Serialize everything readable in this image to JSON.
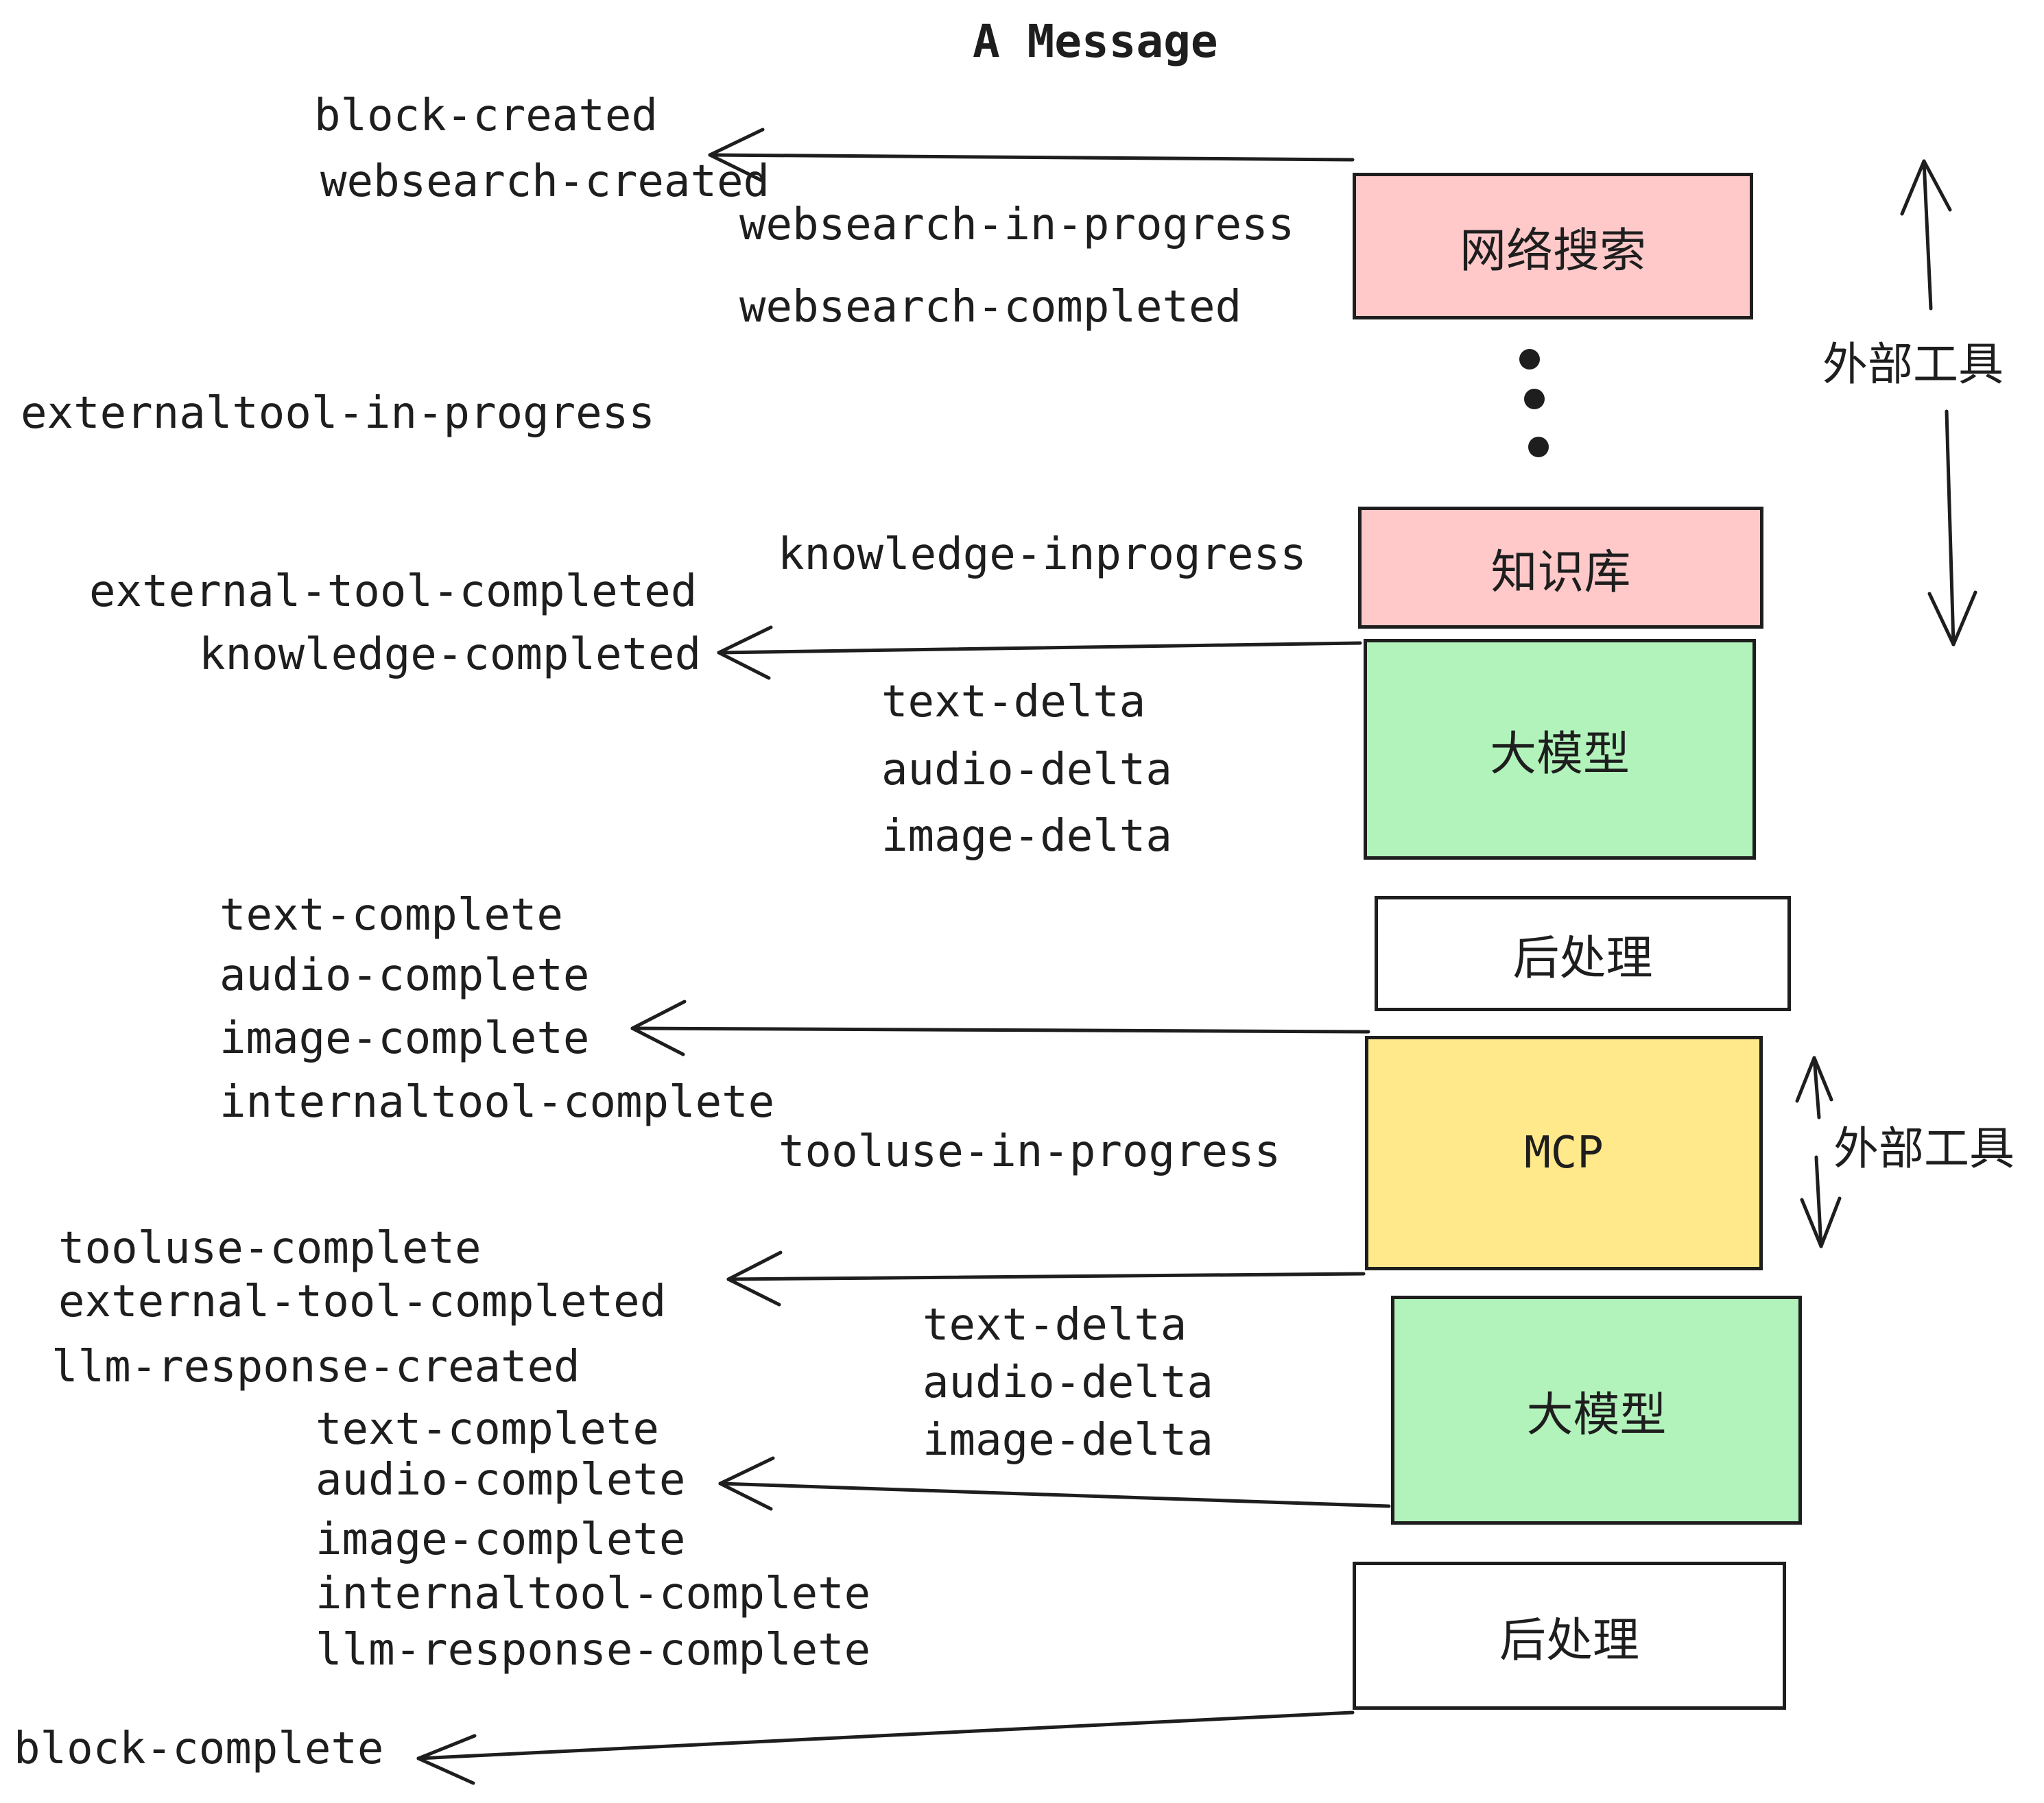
{
  "title": "A Message",
  "boxes": [
    {
      "id": "websearch",
      "label": "网络搜索",
      "color": "#ffc9c9"
    },
    {
      "id": "knowledge",
      "label": "知识库",
      "color": "#ffc9c9"
    },
    {
      "id": "llm1",
      "label": "大模型",
      "color": "#b2f2bb"
    },
    {
      "id": "post1",
      "label": "后处理",
      "color": "#ffffff"
    },
    {
      "id": "mcp",
      "label": "MCP",
      "color": "#ffe98a"
    },
    {
      "id": "llm2",
      "label": "大模型",
      "color": "#b2f2bb"
    },
    {
      "id": "post2",
      "label": "后处理",
      "color": "#ffffff"
    }
  ],
  "events": {
    "block_created": "block-created",
    "websearch_created": "websearch-created",
    "websearch_in_progress": "websearch-in-progress",
    "websearch_completed": "websearch-completed",
    "externaltool_in_progress": "externaltool-in-progress",
    "knowledge_inprogress": "knowledge-inprogress",
    "external_tool_completed": "external-tool-completed",
    "knowledge_completed": "knowledge-completed",
    "text_delta": "text-delta",
    "audio_delta": "audio-delta",
    "image_delta": "image-delta",
    "text_complete": "text-complete",
    "audio_complete": "audio-complete",
    "image_complete": "image-complete",
    "internaltool_complete": "internaltool-complete",
    "tooluse_in_progress": "tooluse-in-progress",
    "tooluse_complete": "tooluse-complete",
    "llm_response_created": "llm-response-created",
    "llm_response_complete": "llm-response-complete",
    "block_complete": "block-complete"
  },
  "annotations": {
    "external_tools_top": "外部工具",
    "external_tools_mcp": "外部工具"
  },
  "colors": {
    "ink": "#1e1e1e",
    "pink": "#ffc9c9",
    "green": "#b2f2bb",
    "yellow": "#ffe98a",
    "white": "#ffffff"
  }
}
